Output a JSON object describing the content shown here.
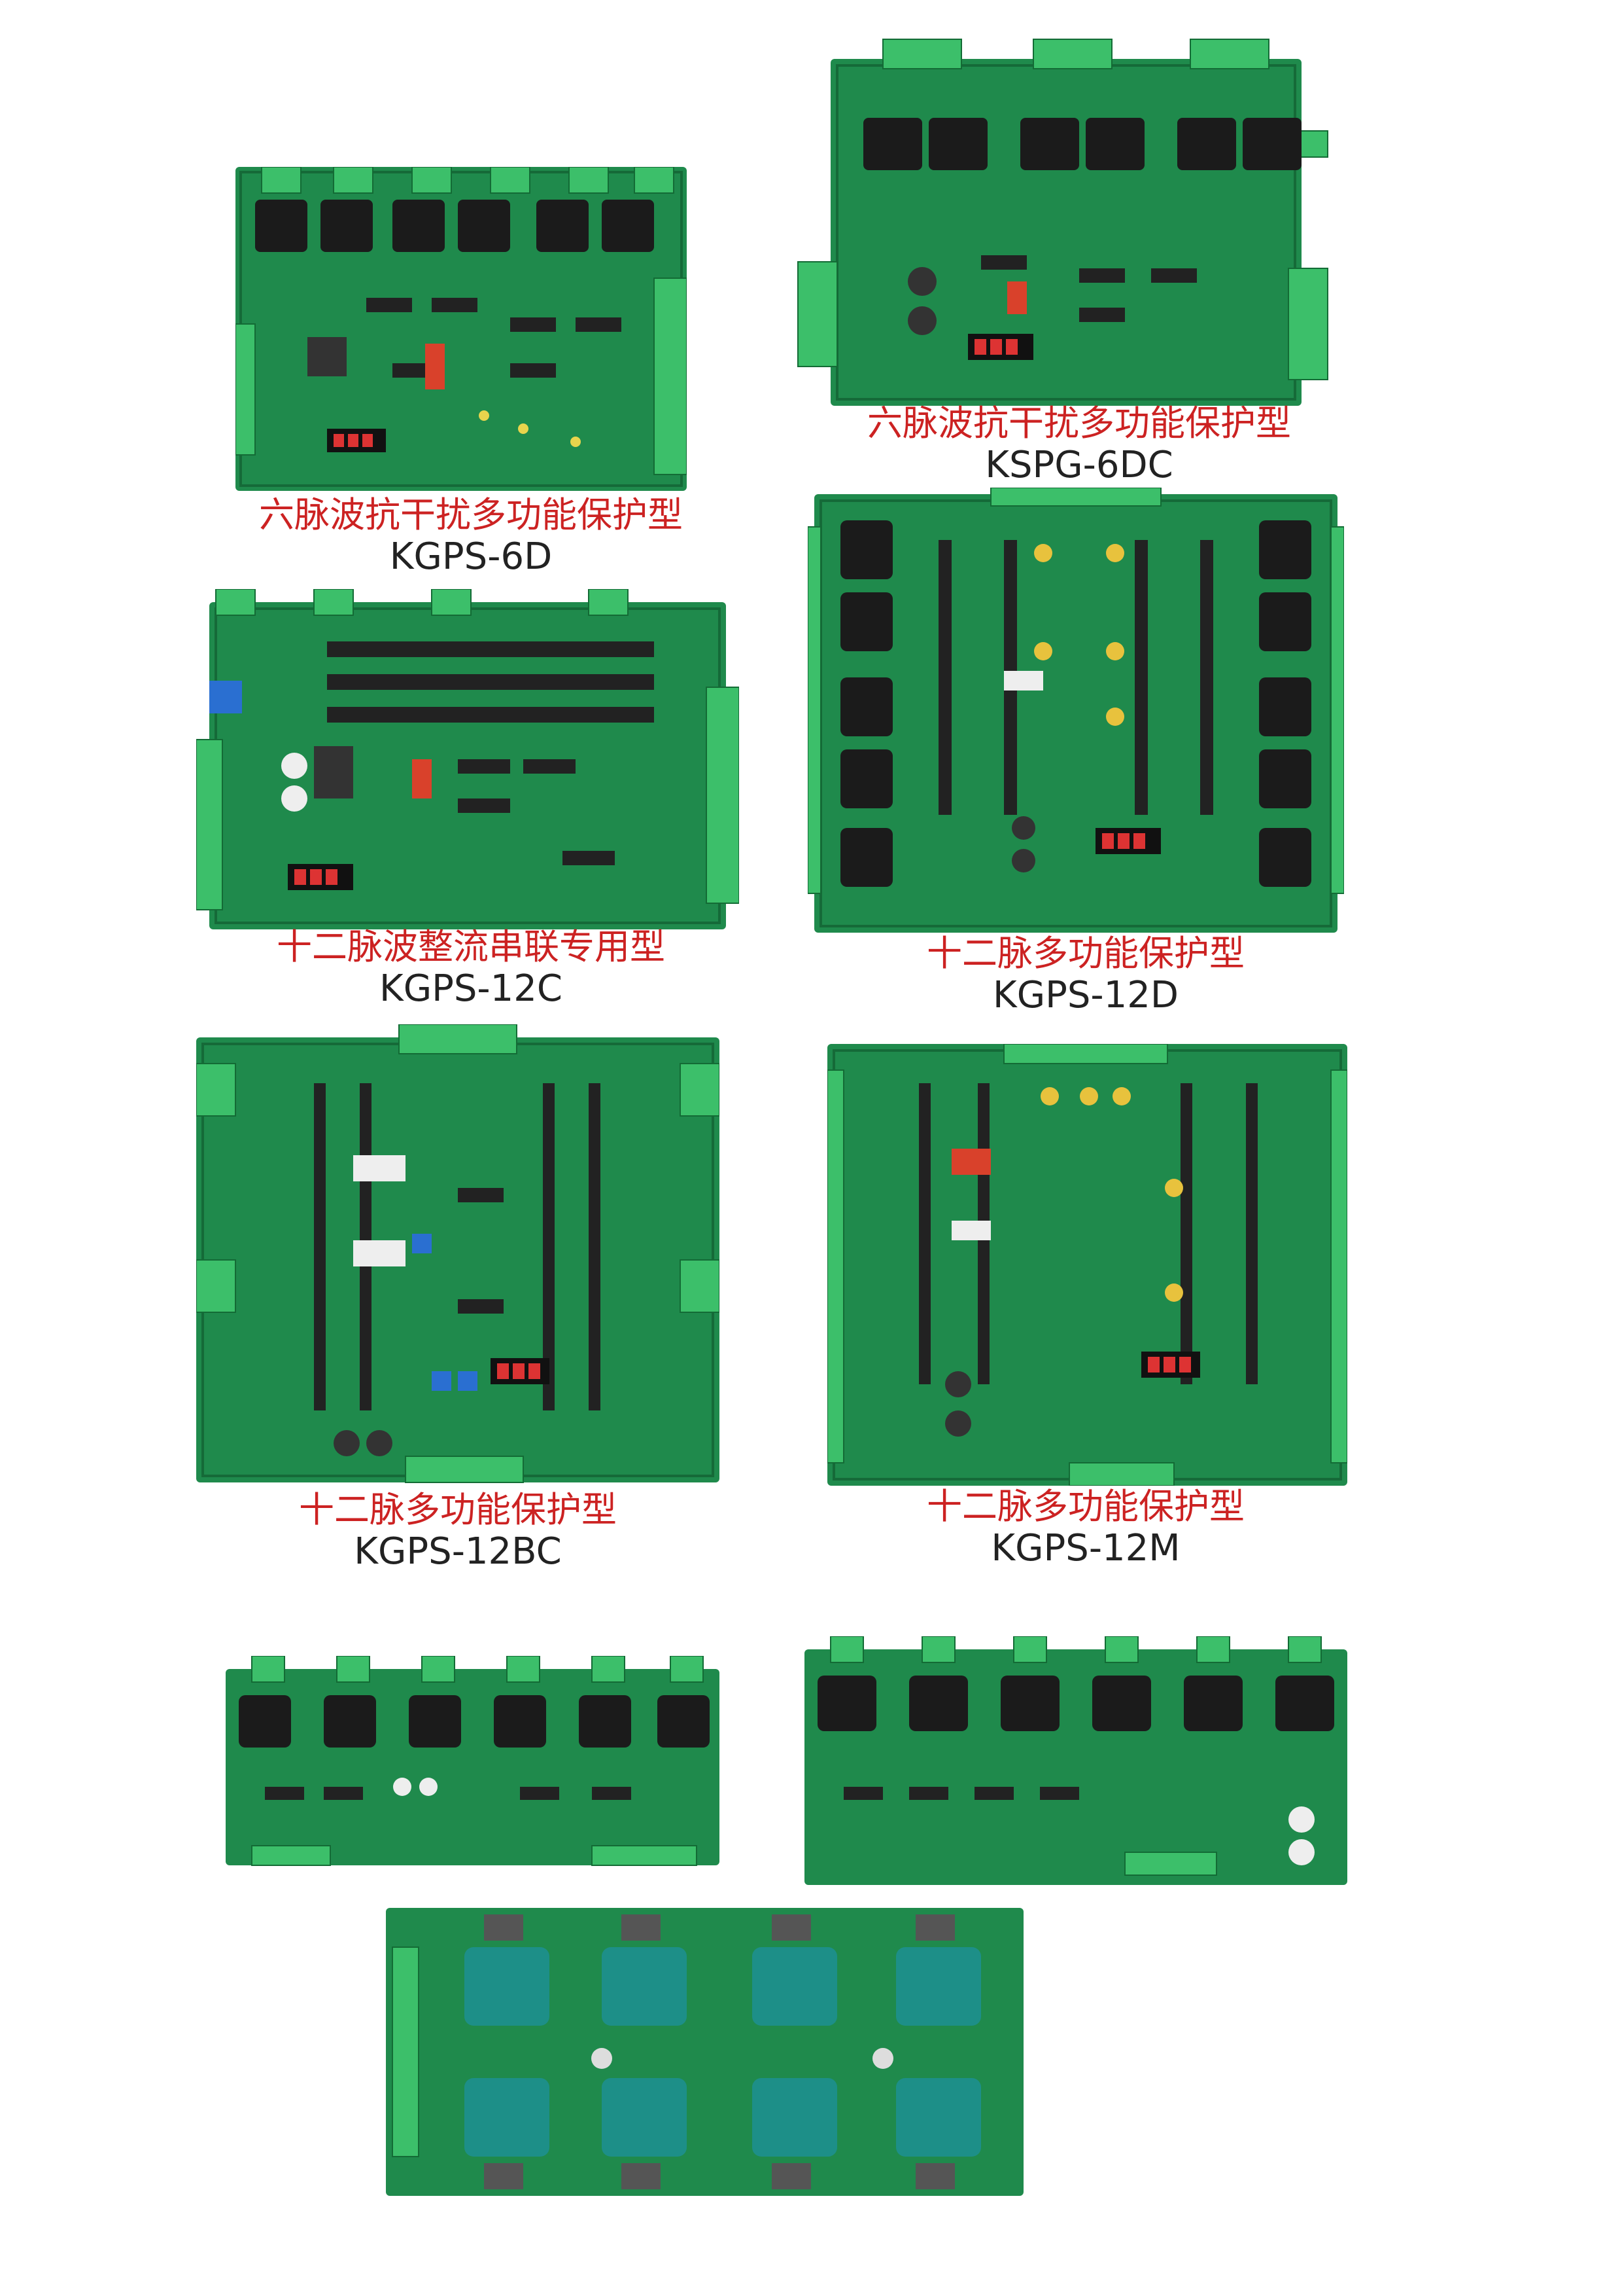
{
  "colors": {
    "caption_cn": "#cc2222",
    "caption_model": "#222222",
    "pcb_green": "#1f8a4c",
    "pcb_dark": "#156a38",
    "terminal_green": "#3cbf6a",
    "transformer": "#1b1b1b",
    "teal_transformer": "#1d8f88",
    "relay_red": "#d9412b"
  },
  "boards": [
    {
      "caption_cn": "六脉波抗干扰多功能保护型",
      "model": "KGPS-6D"
    },
    {
      "caption_cn": "六脉波抗干扰多功能保护型",
      "model": "KSPG-6DC"
    },
    {
      "caption_cn": "十二脉波整流串联专用型",
      "model": "KGPS-12C"
    },
    {
      "caption_cn": "十二脉多功能保护型",
      "model": "KGPS-12D"
    },
    {
      "caption_cn": "十二脉多功能保护型",
      "model": "KGPS-12BC"
    },
    {
      "caption_cn": "十二脉多功能保护型",
      "model": "KGPS-12M"
    }
  ]
}
